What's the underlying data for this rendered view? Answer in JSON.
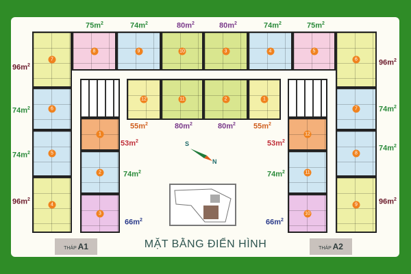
{
  "title": "MẶT BẰNG ĐIỂN HÌNH",
  "towers": [
    {
      "prefix": "THÁP",
      "name": "A1"
    },
    {
      "prefix": "THÁP",
      "name": "A2"
    }
  ],
  "compass": {
    "south": "S",
    "north": "N"
  },
  "area_unit_sup": "2",
  "units": [
    {
      "id": "a1-7",
      "number": "7",
      "color": "#eef0a6"
    },
    {
      "id": "a1-8",
      "number": "8",
      "color": "#f6cfe0"
    },
    {
      "id": "a1-9",
      "number": "9",
      "color": "#cfe6f2"
    },
    {
      "id": "a1-10",
      "number": "10",
      "color": "#d9e68f"
    },
    {
      "id": "a1-11",
      "number": "11",
      "color": "#d9e68f"
    },
    {
      "id": "a1-12",
      "number": "12",
      "color": "#f3f0a8"
    },
    {
      "id": "a1-6",
      "number": "6",
      "color": "#cfe6f2"
    },
    {
      "id": "a1-5",
      "number": "5",
      "color": "#cfe6f2"
    },
    {
      "id": "a1-4",
      "number": "4",
      "color": "#eef0a6"
    },
    {
      "id": "a1-1",
      "number": "1",
      "color": "#f4b07a"
    },
    {
      "id": "a1-2",
      "number": "2",
      "color": "#cfe6f2"
    },
    {
      "id": "a1-3",
      "number": "3",
      "color": "#ecc4e8"
    },
    {
      "id": "a2-3",
      "number": "3",
      "color": "#d9e68f"
    },
    {
      "id": "a2-4",
      "number": "4",
      "color": "#cfe6f2"
    },
    {
      "id": "a2-5",
      "number": "5",
      "color": "#f6cfe0"
    },
    {
      "id": "a2-6",
      "number": "6",
      "color": "#eef0a6"
    },
    {
      "id": "a2-2",
      "number": "2",
      "color": "#d9e68f"
    },
    {
      "id": "a2-1",
      "number": "1",
      "color": "#f3f0a8"
    },
    {
      "id": "a2-7",
      "number": "7",
      "color": "#cfe6f2"
    },
    {
      "id": "a2-8",
      "number": "8",
      "color": "#cfe6f2"
    },
    {
      "id": "a2-9",
      "number": "9",
      "color": "#eef0a6"
    },
    {
      "id": "a2-12",
      "number": "12",
      "color": "#f4b07a"
    },
    {
      "id": "a2-11",
      "number": "11",
      "color": "#cfe6f2"
    },
    {
      "id": "a2-10",
      "number": "10",
      "color": "#ecc4e8"
    }
  ],
  "areas": [
    {
      "text": "75m",
      "color": "#2a8a3a"
    },
    {
      "text": "74m",
      "color": "#2a8a3a"
    },
    {
      "text": "80m",
      "color": "#7a3a8a"
    },
    {
      "text": "80m",
      "color": "#7a3a8a"
    },
    {
      "text": "74m",
      "color": "#2a8a3a"
    },
    {
      "text": "75m",
      "color": "#2a8a3a"
    },
    {
      "text": "96m",
      "color": "#6a1a2a"
    },
    {
      "text": "74m",
      "color": "#2a8a3a"
    },
    {
      "text": "74m",
      "color": "#2a8a3a"
    },
    {
      "text": "96m",
      "color": "#6a1a2a"
    },
    {
      "text": "96m",
      "color": "#6a1a2a"
    },
    {
      "text": "74m",
      "color": "#2a8a3a"
    },
    {
      "text": "74m",
      "color": "#2a8a3a"
    },
    {
      "text": "96m",
      "color": "#6a1a2a"
    },
    {
      "text": "55m",
      "color": "#d06020"
    },
    {
      "text": "80m",
      "color": "#7a3a8a"
    },
    {
      "text": "80m",
      "color": "#7a3a8a"
    },
    {
      "text": "55m",
      "color": "#d06020"
    },
    {
      "text": "53m",
      "color": "#c0303a"
    },
    {
      "text": "74m",
      "color": "#2a8a3a"
    },
    {
      "text": "66m",
      "color": "#2a3a8a"
    },
    {
      "text": "53m",
      "color": "#c0303a"
    },
    {
      "text": "74m",
      "color": "#2a8a3a"
    },
    {
      "text": "66m",
      "color": "#2a3a8a"
    }
  ]
}
